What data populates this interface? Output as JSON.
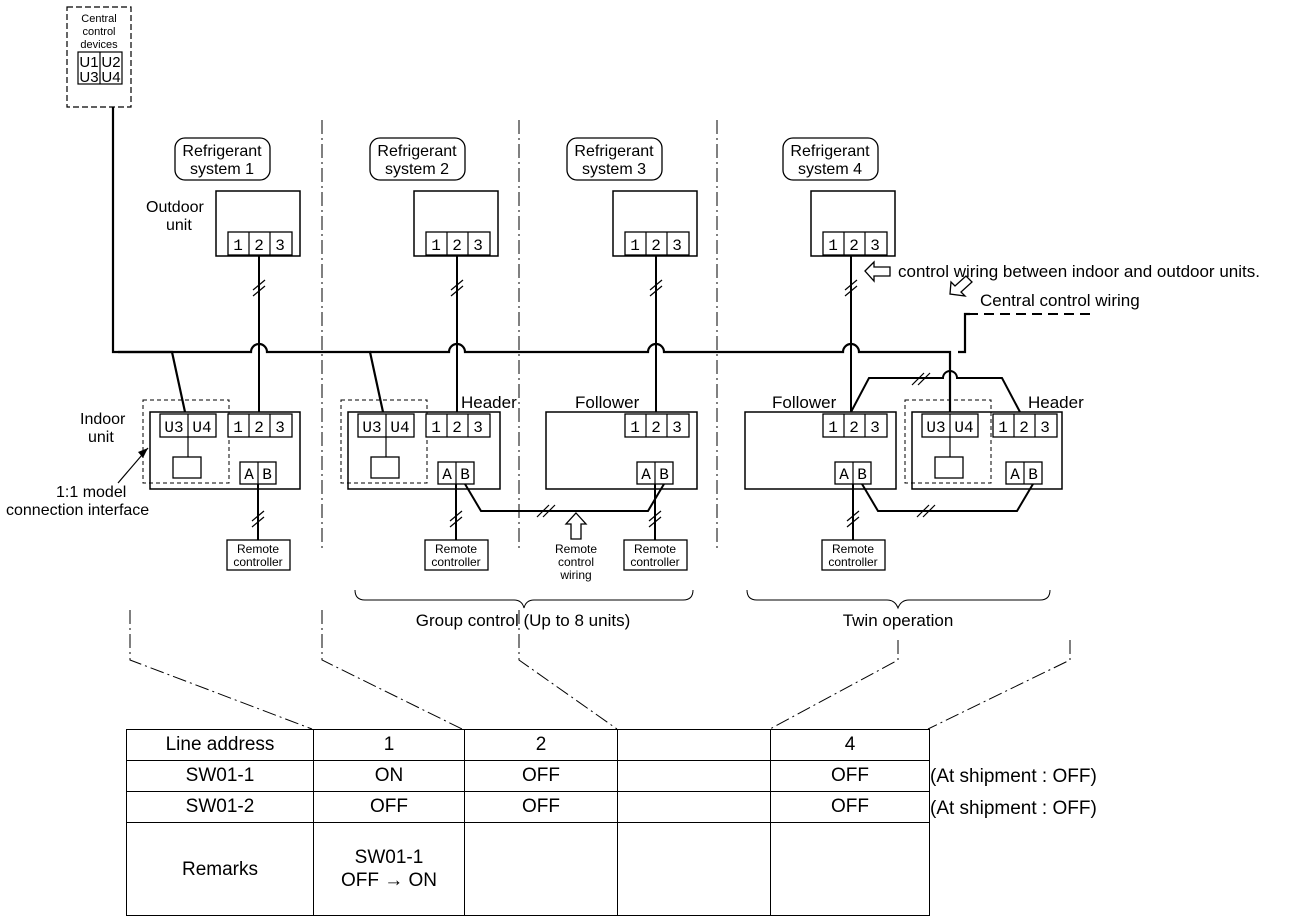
{
  "central": {
    "label_line1": "Central",
    "label_line2": "control",
    "label_line3": "devices",
    "terminals": [
      "U1",
      "U2",
      "U3",
      "U4"
    ]
  },
  "systems": [
    {
      "label_line1": "Refrigerant",
      "label_line2": "system 1"
    },
    {
      "label_line1": "Refrigerant",
      "label_line2": "system 2"
    },
    {
      "label_line1": "Refrigerant",
      "label_line2": "system 3"
    },
    {
      "label_line1": "Refrigerant",
      "label_line2": "system 4"
    }
  ],
  "outdoor_label": {
    "line1": "Outdoor",
    "line2": "unit"
  },
  "indoor_label": {
    "line1": "Indoor",
    "line2": "unit"
  },
  "interface_label": {
    "line1": "1:1 model",
    "line2": "connection interface"
  },
  "terminals": {
    "t123": [
      "1",
      "2",
      "3"
    ],
    "ab": [
      "A",
      "B"
    ],
    "u34": [
      "U3",
      "U4"
    ]
  },
  "roles": {
    "header": "Header",
    "follower": "Follower"
  },
  "remote_controller": {
    "line1": "Remote",
    "line2": "controller"
  },
  "remote_wiring": {
    "line1": "Remote",
    "line2": "control",
    "line3": "wiring"
  },
  "annotations": {
    "indoor_outdoor_wiring": "control wiring between indoor and outdoor units.",
    "central_wiring": "Central control wiring"
  },
  "groups": {
    "group_control": "Group control (Up to 8 units)",
    "twin_operation": "Twin operation"
  },
  "table": {
    "rows": [
      [
        "Line address",
        "1",
        "2",
        "",
        "4"
      ],
      [
        "SW01-1",
        "ON",
        "OFF",
        "",
        "OFF"
      ],
      [
        "SW01-2",
        "OFF",
        "OFF",
        "",
        "OFF"
      ]
    ],
    "remarks_label": "Remarks",
    "remarks_line1": "SW01-1",
    "remarks_line2": "OFF → ON",
    "notes": [
      "(At shipment : OFF)",
      "(At shipment : OFF)"
    ]
  }
}
